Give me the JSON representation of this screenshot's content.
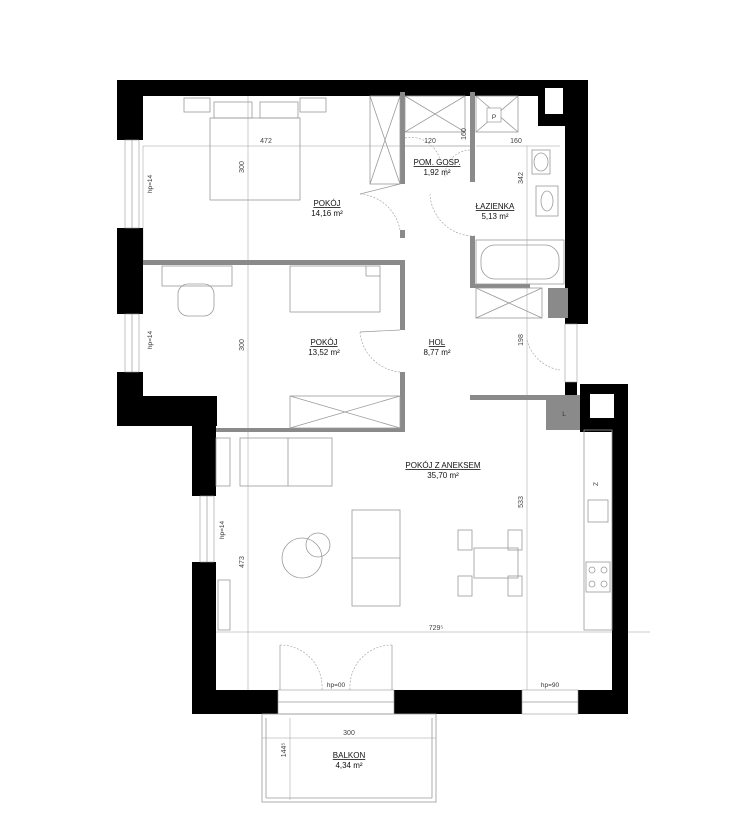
{
  "rooms": {
    "pokoj1": {
      "name": "POKÓJ",
      "area": "14,16 m²"
    },
    "pomgosp": {
      "name": "POM. GOSP.",
      "area": "1,92 m²"
    },
    "lazienka": {
      "name": "ŁAZIENKA",
      "area": "5,13 m²"
    },
    "pokoj2": {
      "name": "POKÓJ",
      "area": "13,52 m²"
    },
    "hol": {
      "name": "HOL",
      "area": "8,77 m²"
    },
    "aneks": {
      "name": "POKÓJ Z ANEKSEM",
      "area": "35,70 m²"
    },
    "balkon": {
      "name": "BALKON",
      "area": "4,34 m²"
    }
  },
  "dimensions": {
    "d472": "472",
    "d300a": "300",
    "d120": "120",
    "d160a": "160",
    "d160b": "160",
    "d342": "342",
    "d300b": "300",
    "d198": "198",
    "d533": "533",
    "d473": "473",
    "d729": "729⁵",
    "d300c": "300",
    "d144": "144⁵"
  },
  "window_heights": {
    "hp14a": "hp=14",
    "hp14b": "hp=14",
    "hp14c": "hp=14",
    "hp00": "hp=00",
    "hp90": "hp=90"
  },
  "symbols": {
    "p": "P",
    "l": "L",
    "z": "Z"
  }
}
